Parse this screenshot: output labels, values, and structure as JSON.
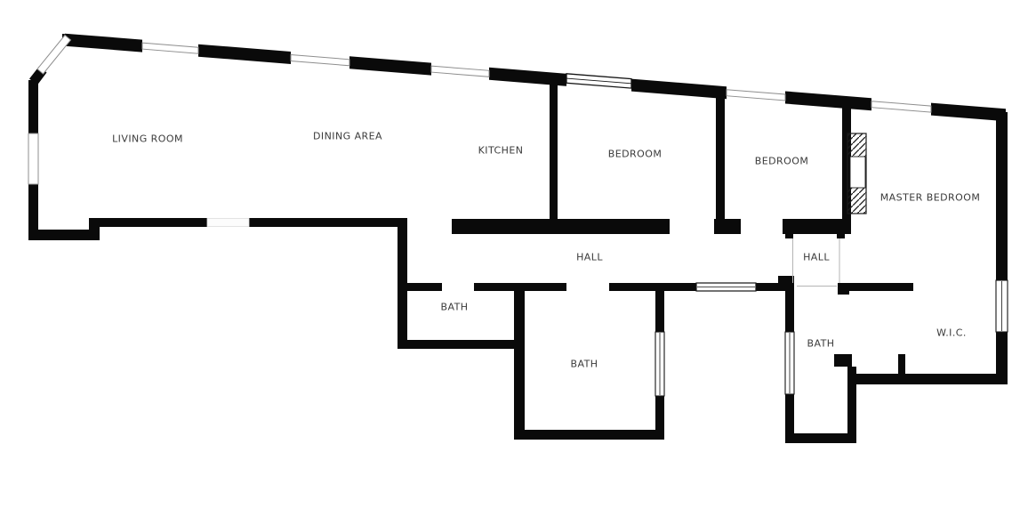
{
  "colors": {
    "background": "#ffffff",
    "wall": "#0a0a0a",
    "window_outline": "#8f8f8f",
    "label_text": "#3a3a3a"
  },
  "rooms": [
    {
      "id": "living-room",
      "label": "LIVING ROOM"
    },
    {
      "id": "dining-area",
      "label": "DINING AREA"
    },
    {
      "id": "kitchen",
      "label": "KITCHEN"
    },
    {
      "id": "bedroom-1",
      "label": "BEDROOM"
    },
    {
      "id": "bedroom-2",
      "label": "BEDROOM"
    },
    {
      "id": "master-bedroom",
      "label": "MASTER BEDROOM"
    },
    {
      "id": "hall-1",
      "label": "HALL"
    },
    {
      "id": "hall-2",
      "label": "HALL"
    },
    {
      "id": "bath-1",
      "label": "BATH"
    },
    {
      "id": "bath-2",
      "label": "BATH"
    },
    {
      "id": "bath-3",
      "label": "BATH"
    },
    {
      "id": "wic",
      "label": "W.I.C."
    }
  ]
}
